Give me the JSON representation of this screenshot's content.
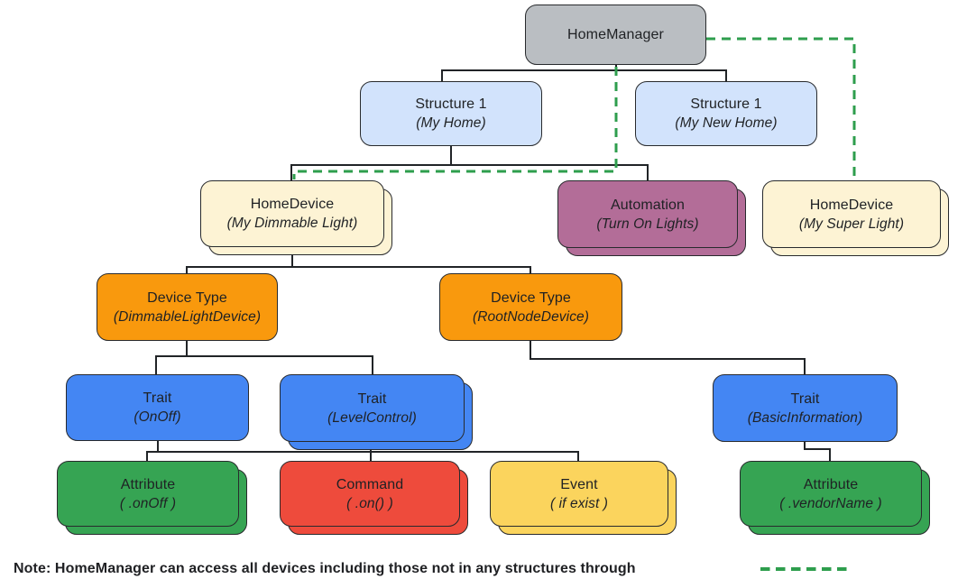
{
  "nodes": {
    "homemanager": {
      "title": "HomeManager",
      "subtitle": "",
      "color": "gray",
      "stacked": false
    },
    "structure1": {
      "title": "Structure 1",
      "subtitle": "(My Home)",
      "color": "light_blue",
      "stacked": false
    },
    "structure2": {
      "title": "Structure 1",
      "subtitle": "(My New Home)",
      "color": "light_blue",
      "stacked": false
    },
    "homedevice1": {
      "title": "HomeDevice",
      "subtitle": "(My Dimmable Light)",
      "color": "cream",
      "stacked": true
    },
    "automation": {
      "title": "Automation",
      "subtitle": "(Turn On Lights)",
      "color": "purple",
      "stacked": true
    },
    "homedevice2": {
      "title": "HomeDevice",
      "subtitle": "(My Super Light)",
      "color": "cream",
      "stacked": true
    },
    "devicetype1": {
      "title": "Device Type",
      "subtitle": "(DimmableLightDevice)",
      "color": "orange",
      "stacked": false
    },
    "devicetype2": {
      "title": "Device Type",
      "subtitle": "(RootNodeDevice)",
      "color": "orange",
      "stacked": false
    },
    "trait_onoff": {
      "title": "Trait",
      "subtitle": "(OnOff)",
      "color": "blue",
      "stacked": false
    },
    "trait_levelcontrol": {
      "title": "Trait",
      "subtitle": "(LevelControl)",
      "color": "blue",
      "stacked": true
    },
    "trait_basicinfo": {
      "title": "Trait",
      "subtitle": "(BasicInformation)",
      "color": "blue",
      "stacked": false
    },
    "attribute_onoff": {
      "title": "Attribute",
      "subtitle": "( .onOff )",
      "color": "green",
      "stacked": true
    },
    "command_on": {
      "title": "Command",
      "subtitle": "( .on() )",
      "color": "red",
      "stacked": true
    },
    "event_ifexist": {
      "title": "Event",
      "subtitle": "( if exist )",
      "color": "yellow",
      "stacked": true
    },
    "attribute_vendorname": {
      "title": "Attribute",
      "subtitle": "( .vendorName )",
      "color": "green",
      "stacked": true
    }
  },
  "edges": [
    [
      "homemanager",
      "structure1"
    ],
    [
      "homemanager",
      "structure2"
    ],
    [
      "structure1",
      "homedevice1"
    ],
    [
      "structure1",
      "automation"
    ],
    [
      "homedevice1",
      "devicetype1"
    ],
    [
      "homedevice1",
      "devicetype2"
    ],
    [
      "devicetype1",
      "trait_onoff"
    ],
    [
      "devicetype1",
      "trait_levelcontrol"
    ],
    [
      "devicetype2",
      "trait_basicinfo"
    ],
    [
      "trait_onoff",
      "attribute_onoff"
    ],
    [
      "trait_levelcontrol",
      "command_on"
    ],
    [
      "trait_levelcontrol",
      "event_ifexist"
    ],
    [
      "trait_basicinfo",
      "attribute_vendorname"
    ]
  ],
  "dashed_links": [
    [
      "homemanager",
      "homedevice1"
    ],
    [
      "homemanager",
      "homedevice2"
    ]
  ],
  "note": {
    "text": "Note: HomeManager can access all devices including those not in any structures through"
  },
  "colors": {
    "gray": "#babec2",
    "light_blue": "#d2e3fc",
    "cream": "#fdf3d4",
    "purple": "#b36d98",
    "orange": "#f9990d",
    "blue": "#4486f3",
    "green": "#36a453",
    "red": "#ee4b3c",
    "yellow": "#fbd45d",
    "dashed_link_green": "#2e9e4d",
    "connector": "#212427",
    "text": "#1f2124"
  }
}
